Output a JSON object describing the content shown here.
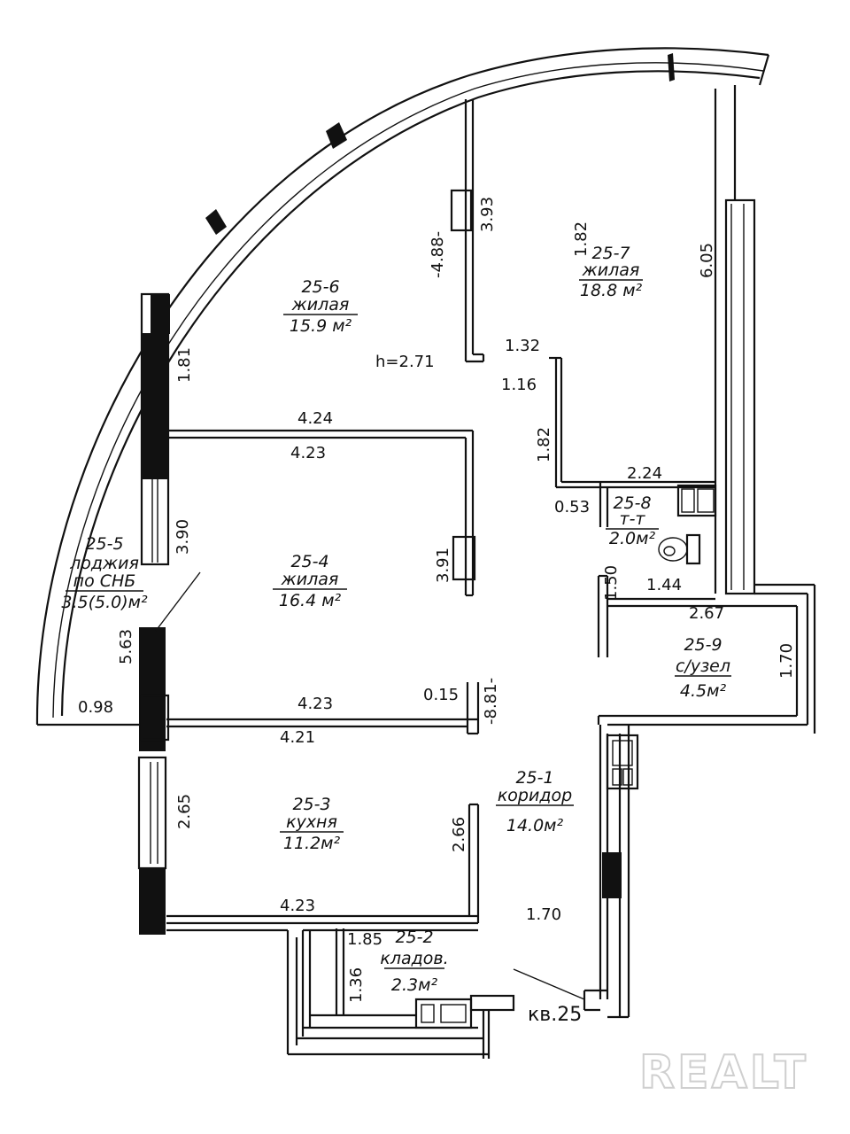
{
  "height_label": "h=2.71",
  "apartment_label": "кв.25",
  "watermark": "REALT",
  "rooms": [
    {
      "id": "25-1",
      "name": "коридор",
      "area": "14.0м²"
    },
    {
      "id": "25-2",
      "name": "кладов.",
      "area": "2.3м²"
    },
    {
      "id": "25-3",
      "name": "кухня",
      "area": "11.2м²"
    },
    {
      "id": "25-4",
      "name": "жилая",
      "area": "16.4 м²"
    },
    {
      "id": "25-5",
      "name": "лоджия",
      "name2": "по СНБ",
      "area": "3.5(5.0)м²"
    },
    {
      "id": "25-6",
      "name": "жилая",
      "area": "15.9 м²"
    },
    {
      "id": "25-7",
      "name": "жилая",
      "area": "18.8 м²"
    },
    {
      "id": "25-8",
      "name": "т-т",
      "area": "2.0м²"
    },
    {
      "id": "25-9",
      "name": "с/узел",
      "area": "4.5м²"
    }
  ],
  "dimensions": {
    "d_393": "3.93",
    "d_488": "-4.88-",
    "d_605": "6.05",
    "d_181": "1.81",
    "d_132": "1.32",
    "d_116": "1.16",
    "d_182a": "1.82",
    "d_182b": "1.82",
    "d_424": "4.24",
    "d_423a": "4.23",
    "d_224": "2.24",
    "d_053": "0.53",
    "d_390": "3.90",
    "d_391": "3.91",
    "d_150": "1.50",
    "d_144": "1.44",
    "d_267": "2.67",
    "d_170a": "1.70",
    "d_563": "5.63",
    "d_098": "0.98",
    "d_423b": "4.23",
    "d_015": "0.15",
    "d_881": "-8.81-",
    "d_421": "4.21",
    "d_265": "2.65",
    "d_266": "2.66",
    "d_423c": "4.23",
    "d_170b": "1.70",
    "d_185": "1.85",
    "d_136": "1.36"
  }
}
